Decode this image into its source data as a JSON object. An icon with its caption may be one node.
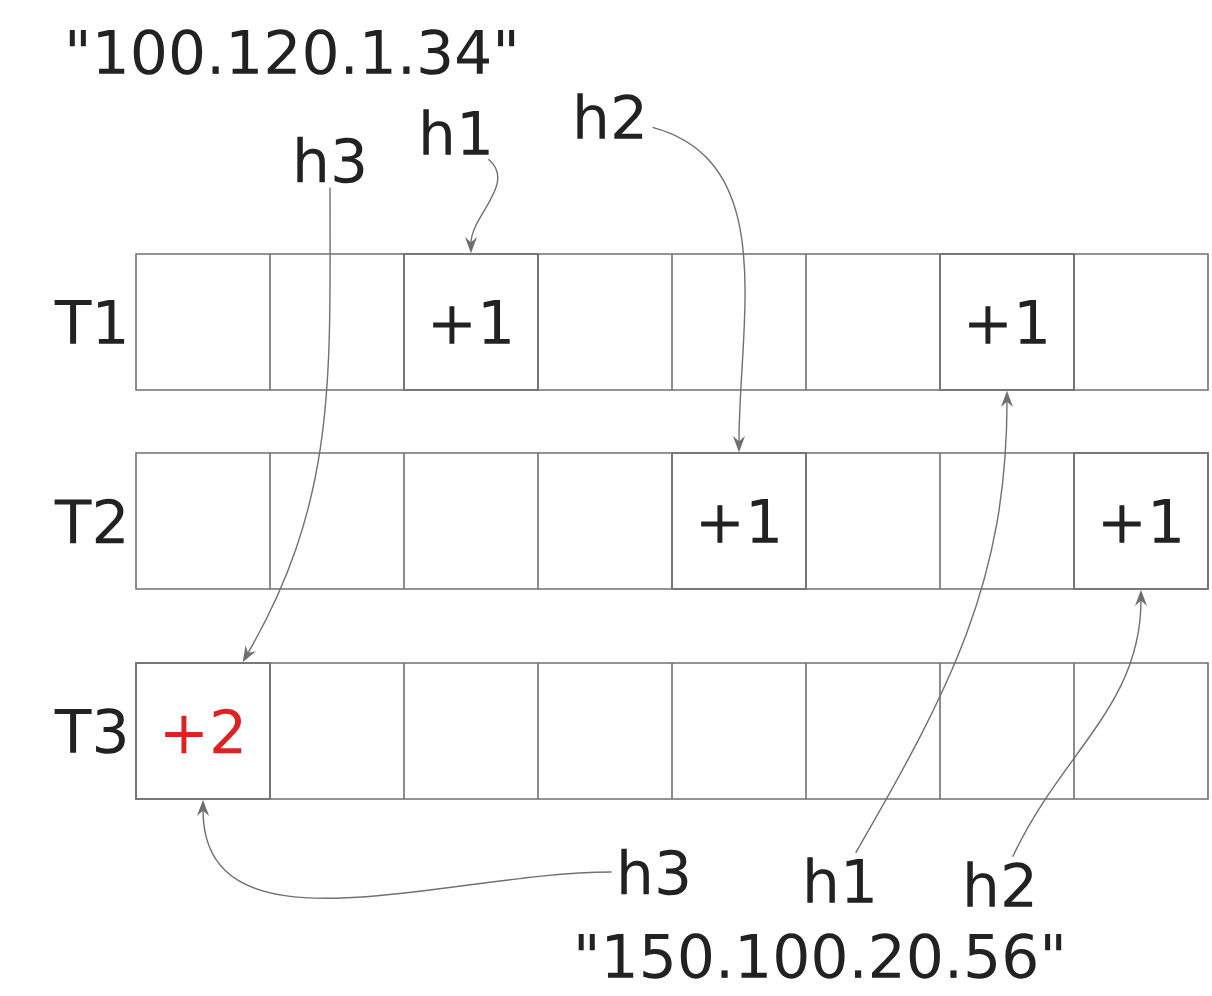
{
  "diagram": {
    "nodes": [
      {
        "text": [
          "h3"
        ]
      },
      {
        "text": [
          "h1"
        ]
      },
      {
        "text": [
          "h2"
        ]
      },
      {
        "text": [
          "+1"
        ]
      },
      {
        "text": [
          "+1"
        ]
      },
      {
        "text": [
          "+1"
        ]
      },
      {
        "text": [
          "+1"
        ]
      },
      {
        "text": [
          "+2"
        ]
      },
      {
        "text": [
          "h3"
        ]
      },
      {
        "text": [
          "h1"
        ]
      },
      {
        "text": [
          "h2"
        ]
      }
    ],
    "edges": [
      {
        "from": 1,
        "to": 3,
        "arrow": "to"
      },
      {
        "from": 2,
        "to": 5,
        "arrow": "to"
      },
      {
        "from": 0,
        "to": 7,
        "arrow": "to"
      },
      {
        "from": 8,
        "to": 7,
        "arrow": "to"
      },
      {
        "from": 9,
        "to": 4,
        "arrow": "to"
      },
      {
        "from": 10,
        "to": 6,
        "arrow": "to"
      }
    ],
    "labels": [
      "\"100.120.1.34\"",
      "T1",
      "T2",
      "T3",
      "\"150.100.20.56\""
    ]
  }
}
